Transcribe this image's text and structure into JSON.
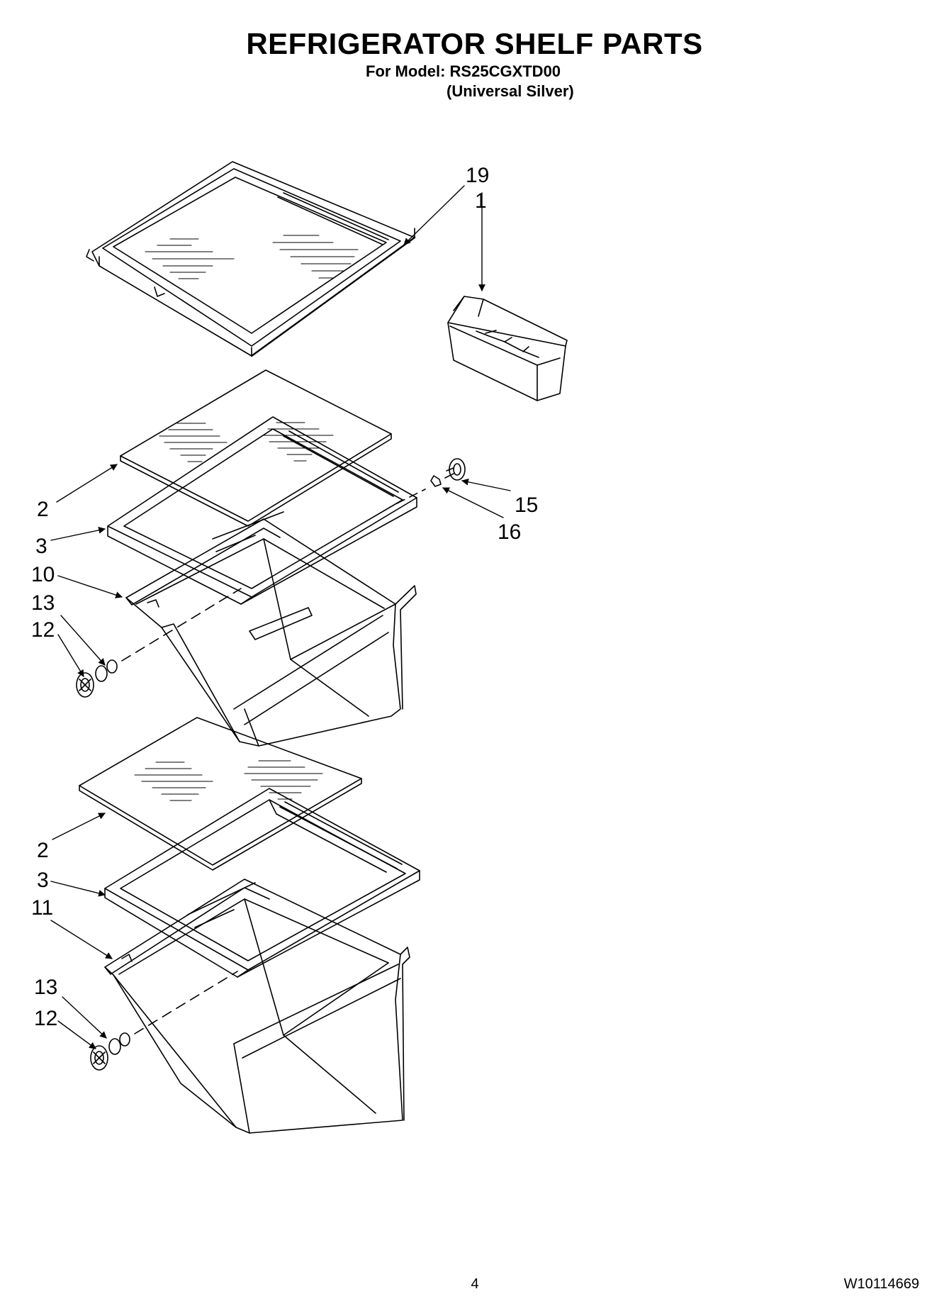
{
  "header": {
    "title": "REFRIGERATOR SHELF PARTS",
    "model_line": "For Model: RS25CGXTD00",
    "variant_line": "(Universal Silver)"
  },
  "callouts": {
    "c19": "19",
    "c1": "1",
    "c2a": "2",
    "c3a": "3",
    "c10": "10",
    "c13a": "13",
    "c12a": "12",
    "c15": "15",
    "c16": "16",
    "c2b": "2",
    "c3b": "3",
    "c11": "11",
    "c13b": "13",
    "c12b": "12"
  },
  "footer": {
    "page_number": "4",
    "document_number": "W10114669"
  }
}
